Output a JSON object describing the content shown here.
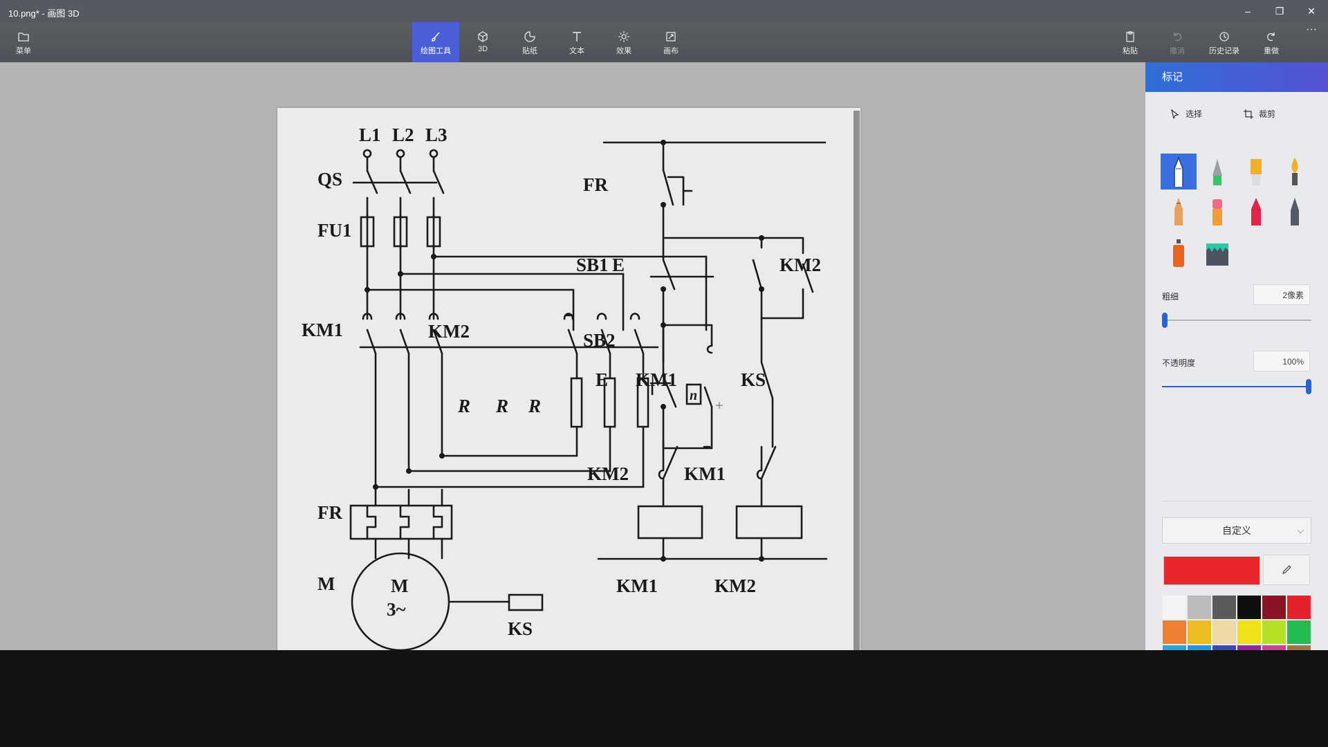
{
  "window": {
    "title": "10.png* - 画图 3D",
    "minimize_glyph": "–",
    "restore_glyph": "❐",
    "close_glyph": "✕"
  },
  "toolbar": {
    "menu": "菜单",
    "tools": [
      {
        "label": "绘图工具",
        "icon": "brush-icon",
        "active": true
      },
      {
        "label": "3D",
        "icon": "cube-icon"
      },
      {
        "label": "贴纸",
        "icon": "sticker-icon"
      },
      {
        "label": "文本",
        "icon": "text-icon"
      },
      {
        "label": "效果",
        "icon": "sun-icon"
      },
      {
        "label": "画布",
        "icon": "canvas-icon"
      }
    ],
    "right": [
      {
        "label": "粘贴",
        "icon": "paste-icon"
      },
      {
        "label": "撤消",
        "icon": "undo-icon",
        "disabled": true
      },
      {
        "label": "历史记录",
        "icon": "history-icon"
      },
      {
        "label": "重做",
        "icon": "redo-icon"
      }
    ],
    "more": "···"
  },
  "panel": {
    "title": "标记",
    "select_label": "选择",
    "crop_label": "裁剪",
    "brushes": [
      "marker",
      "calligraphy-pen",
      "oil-brush",
      "watercolor",
      "pencil",
      "eraser",
      "crayon",
      "pixel-pen",
      "spray-can",
      "fill-bucket"
    ],
    "thickness_label": "粗细",
    "thickness_value": "2像素",
    "thickness_level": 0.0,
    "opacity_label": "不透明度",
    "opacity_value": "100%",
    "opacity_level": 1.0,
    "color_mode": "自定义",
    "current_color": "#e8252d",
    "palette": [
      "#f4f4f4",
      "#bcbcbc",
      "#5b5b5b",
      "#0f0f0f",
      "#8a1426",
      "#e2232b",
      "#ee8034",
      "#edbb22",
      "#ecd9a6",
      "#efe219",
      "#b6e023",
      "#24bb52",
      "#23a7d9",
      "#1f97e4",
      "#3a47b8",
      "#8b2a9a",
      "#d33e92",
      "#a0734e"
    ]
  },
  "diagram": {
    "labels": {
      "L1": "L1",
      "L2": "L2",
      "L3": "L3",
      "QS": "QS",
      "FU1": "FU1",
      "KM1_main": "KM1",
      "KM2_main": "KM2",
      "R": "R",
      "FR_main": "FR",
      "M_label": "M",
      "motor_M": "M",
      "motor_phase": "3~",
      "KS_main": "KS",
      "FR_ctrl": "FR",
      "SB1": "SB1",
      "E1": "E",
      "KM2_hold": "KM2",
      "SB2": "SB2",
      "E2": "E",
      "KM1_ctrl": "KM1",
      "n": "n",
      "KS_ctrl": "KS",
      "KM2_il": "KM2",
      "KM1_il": "KM1",
      "coil1": "KM1",
      "coil2": "KM2"
    }
  }
}
